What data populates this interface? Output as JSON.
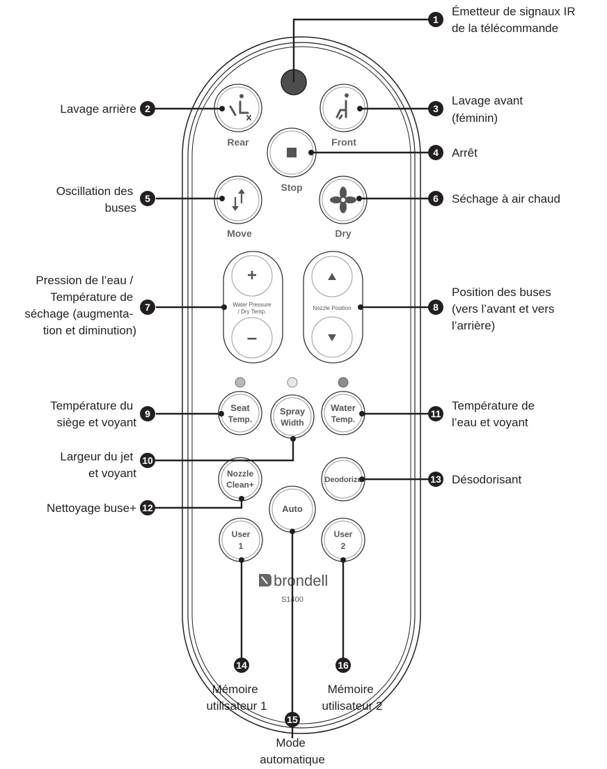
{
  "remote": {
    "buttons": {
      "rear": "Rear",
      "front": "Front",
      "stop": "Stop",
      "move": "Move",
      "dry": "Dry",
      "water_pressure_1": "Water Pressure",
      "water_pressure_2": "/ Dry Temp.",
      "nozzle_position": "Nozzle Position",
      "seat_1": "Seat",
      "seat_2": "Temp.",
      "spray_1": "Spray",
      "spray_2": "Width",
      "water_1": "Water",
      "water_2": "Temp.",
      "nozzle_clean_1": "Nozzle",
      "nozzle_clean_2": "Clean+",
      "deodorize": "Deodorize",
      "auto": "Auto",
      "user1_1": "User",
      "user1_2": "1",
      "user2_1": "User",
      "user2_2": "2",
      "plus": "+",
      "minus": "–"
    },
    "brand": "brondell",
    "model": "S1400"
  },
  "callouts": [
    {
      "n": "1",
      "lines": [
        "Émetteur de signaux IR",
        "de la télécommande"
      ]
    },
    {
      "n": "2",
      "lines": [
        "Lavage arrière"
      ]
    },
    {
      "n": "3",
      "lines": [
        "Lavage avant",
        "(féminin)"
      ]
    },
    {
      "n": "4",
      "lines": [
        "Arrêt"
      ]
    },
    {
      "n": "5",
      "lines": [
        "Oscillation des",
        "buses"
      ]
    },
    {
      "n": "6",
      "lines": [
        "Séchage à air chaud"
      ]
    },
    {
      "n": "7",
      "lines": [
        "Pression de l’eau  /",
        "Température de",
        "séchage (augmenta-",
        "tion et diminution)"
      ]
    },
    {
      "n": "8",
      "lines": [
        "Position des buses",
        "(vers l’avant et vers",
        "l’arrière)"
      ]
    },
    {
      "n": "9",
      "lines": [
        "Température du",
        "siège et voyant"
      ]
    },
    {
      "n": "10",
      "lines": [
        "Largeur du jet",
        "et voyant"
      ]
    },
    {
      "n": "11",
      "lines": [
        "Température de",
        "l’eau et voyant"
      ]
    },
    {
      "n": "12",
      "lines": [
        "Nettoyage buse+"
      ]
    },
    {
      "n": "13",
      "lines": [
        "Désodorisant"
      ]
    },
    {
      "n": "14",
      "lines": [
        "Mémoire",
        "utilisateur 1"
      ]
    },
    {
      "n": "15",
      "lines": [
        "Mode",
        "automatique"
      ]
    },
    {
      "n": "16",
      "lines": [
        "Mémoire",
        "utilisateur 2"
      ]
    }
  ]
}
